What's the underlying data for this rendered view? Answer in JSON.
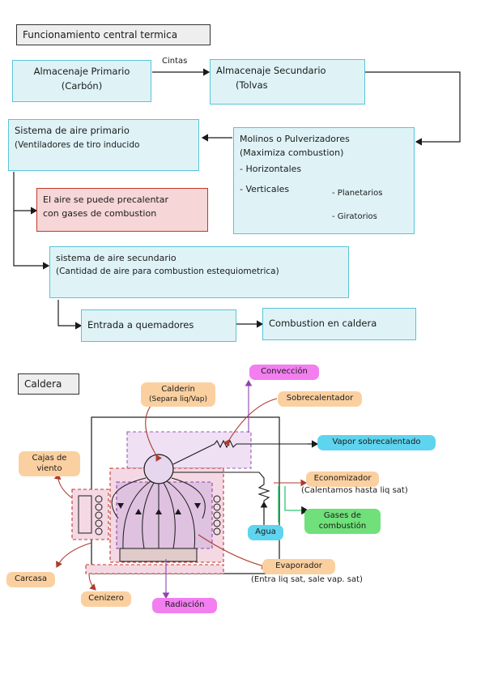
{
  "title": "Funcionamiento central termica",
  "flow": {
    "almacenaje_primario": [
      "Almacenaje Primario",
      "(Carbón)"
    ],
    "cintas": "Cintas",
    "almacenaje_secundario": [
      "Almacenaje Secundario",
      "(Tolvas"
    ],
    "aire_primario": [
      "Sistema de aire primario",
      "(Ventiladores de tiro inducido"
    ],
    "molinos": {
      "lines": [
        "Molinos o Pulverizadores",
        "(Maximiza combustion)",
        "- Horizontales"
      ],
      "verticales": "- Verticales",
      "sub": [
        "- Planetarios",
        "- Giratorios"
      ]
    },
    "precalentar": [
      "El aire se puede precalentar",
      "con gases de combustion"
    ],
    "aire_secundario": [
      "sistema de aire secundario",
      "(Cantidad de aire para combustion estequiometrica)"
    ],
    "quemadores": "Entrada a quemadores",
    "combustion": "Combustion en caldera"
  },
  "caldera": {
    "title": "Caldera",
    "labels": {
      "calderin": [
        "Calderin",
        "(Separa liq/Vap)"
      ],
      "conveccion": "Convección",
      "sobrecalentador": "Sobrecalentador",
      "vapor": "Vapor sobrecalentado",
      "cajas": [
        "Cajas de",
        "viento"
      ],
      "economizador": [
        "Economizador",
        "(Calentamos hasta liq sat)"
      ],
      "gases": [
        "Gases de",
        "combustión"
      ],
      "agua": "Agua",
      "carcasa": "Carcasa",
      "cenizero": "Cenizero",
      "evaporador": [
        "Evaporador",
        "(Entra liq sat, sale vap. sat)"
      ],
      "radiacion": "Radiación"
    },
    "colors": {
      "orange": "#fbd0a0",
      "magenta": "#f27ef0",
      "light_blue": "#5fd4ee",
      "green": "#6fe07a",
      "red": "#b03a2e",
      "purple": "#9b59b6"
    }
  }
}
